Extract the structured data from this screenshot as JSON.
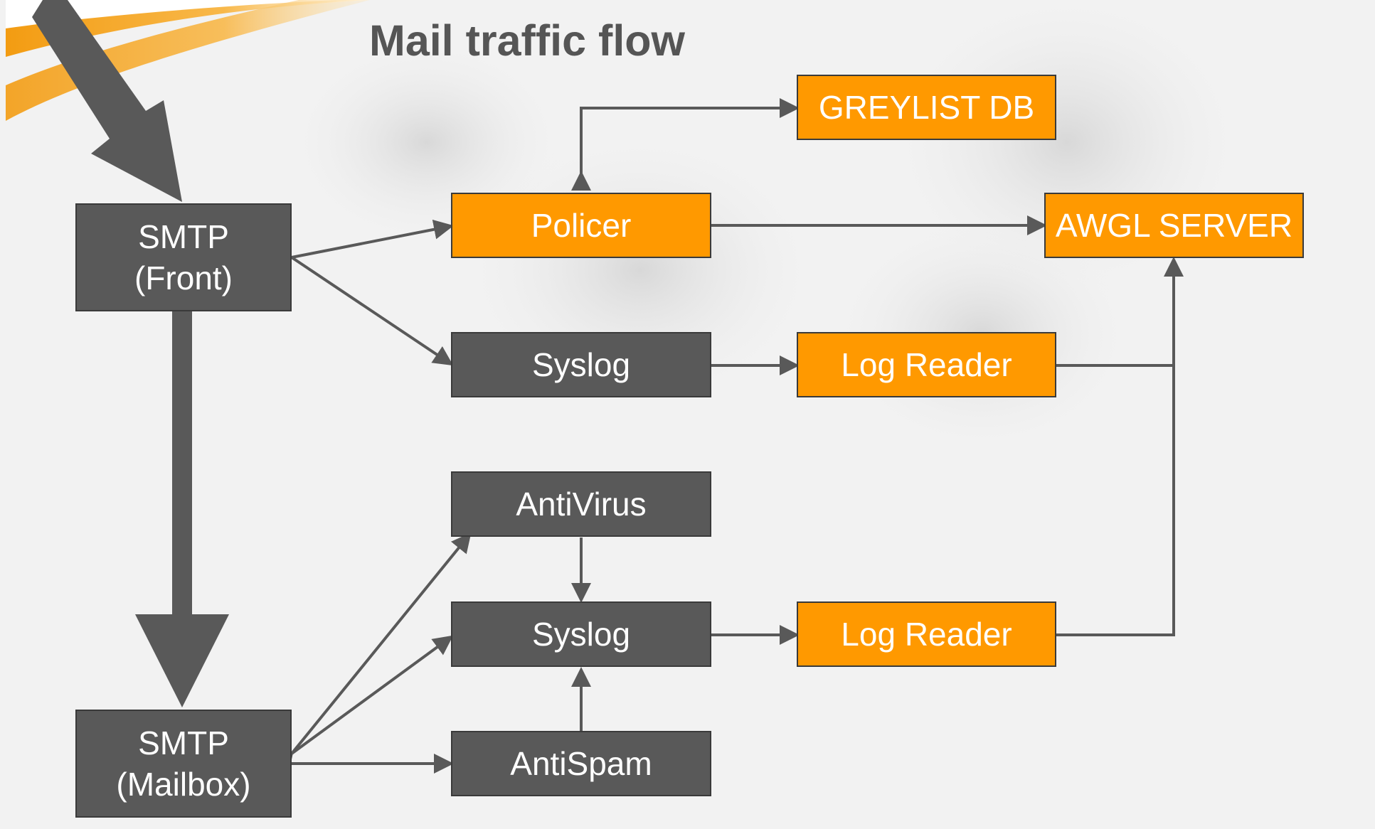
{
  "title": "Mail traffic flow",
  "colors": {
    "dark_node": "#595959",
    "orange_node": "#ff9900",
    "edge": "#595959",
    "title": "#555555"
  },
  "nodes": {
    "smtp_front": {
      "line1": "SMTP",
      "line2": "(Front)"
    },
    "smtp_mailbox": {
      "line1": "SMTP",
      "line2": "(Mailbox)"
    },
    "greylist_db": "GREYLIST DB",
    "policer": "Policer",
    "awgl_server": "AWGL SERVER",
    "syslog_top": "Syslog",
    "log_reader_top": "Log Reader",
    "antivirus": "AntiVirus",
    "syslog_bottom": "Syslog",
    "log_reader_bottom": "Log Reader",
    "antispam": "AntiSpam"
  }
}
